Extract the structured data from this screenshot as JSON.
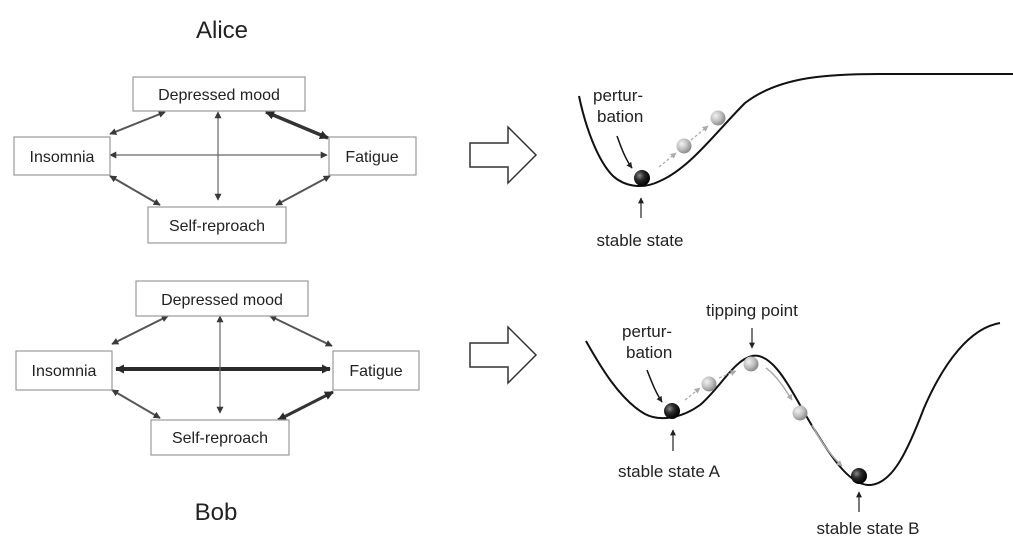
{
  "alice": {
    "name": "Alice",
    "nodes": {
      "top": "Depressed mood",
      "left": "Insomnia",
      "right": "Fatigue",
      "bottom": "Self-reproach"
    },
    "landscape": {
      "perturbation": "pertur-\nbation",
      "stable": "stable state"
    }
  },
  "bob": {
    "name": "Bob",
    "nodes": {
      "top": "Depressed mood",
      "left": "Insomnia",
      "right": "Fatigue",
      "bottom": "Self-reproach"
    },
    "landscape": {
      "perturbation": "pertur-\nbation",
      "tipping": "tipping point",
      "stable_a": "stable state A",
      "stable_b": "stable state B"
    }
  }
}
